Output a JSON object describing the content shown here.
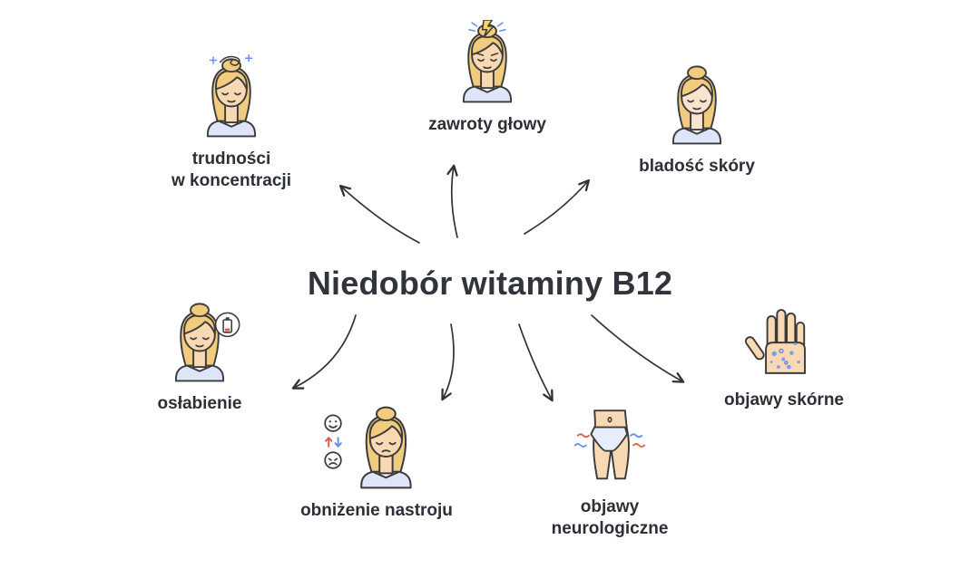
{
  "title": "Niedobór witaminy B12",
  "nodes": [
    {
      "id": "trudnosci-w-koncentracji",
      "label": "trudności\nw koncentracji",
      "icon": "dizzy-confused-woman-icon"
    },
    {
      "id": "zawroty-glowy",
      "label": "zawroty głowy",
      "icon": "headache-lightning-woman-icon"
    },
    {
      "id": "bladosc-skory",
      "label": "bladość skóry",
      "icon": "pale-skin-woman-icon"
    },
    {
      "id": "oslabienie",
      "label": "osłabienie",
      "icon": "low-battery-woman-icon"
    },
    {
      "id": "obnizenie-nastroju",
      "label": "obniżenie nastroju",
      "icon": "mood-faces-woman-icon"
    },
    {
      "id": "objawy-neurologiczne",
      "label": "objawy\nneurologiczne",
      "icon": "hips-tingling-icon"
    },
    {
      "id": "objawy-skorne",
      "label": "objawy skórne",
      "icon": "hand-with-spots-icon"
    }
  ],
  "colors": {
    "background": "#ffffff",
    "text": "#2c3036",
    "line": "#2f3237",
    "hair": "#F1CB7E",
    "skin": "#F8D9B4",
    "shirt": "#DEE5F8",
    "accent_red": "#E25A4A",
    "accent_blue": "#6B8DF5",
    "bolt_yellow": "#F9D65B"
  }
}
